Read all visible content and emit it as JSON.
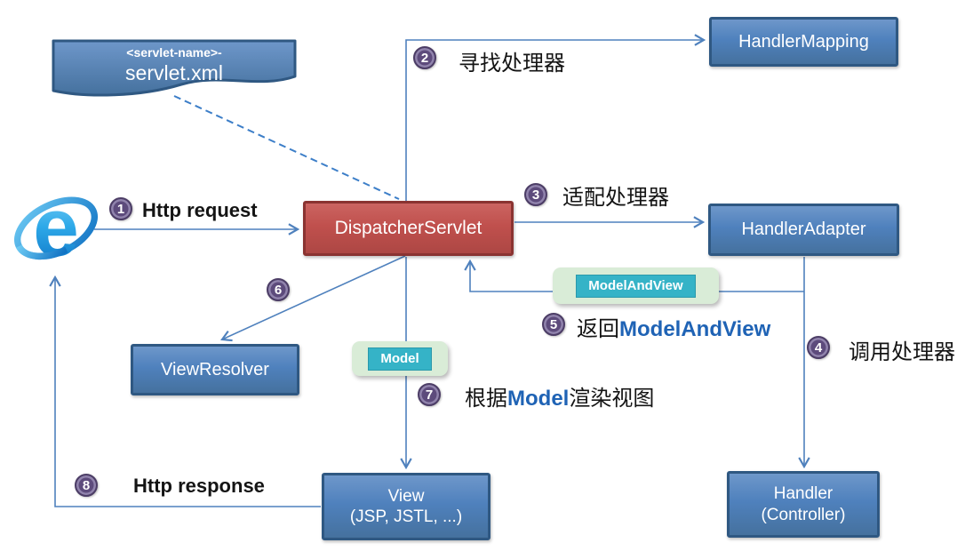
{
  "diagram": {
    "type": "flow-diagram",
    "nodes": {
      "config": {
        "line1": "<servlet-name>-",
        "line2": "servlet.xml"
      },
      "handler_mapping": {
        "label": "HandlerMapping"
      },
      "dispatcher_servlet": {
        "label": "DispatcherServlet"
      },
      "handler_adapter": {
        "label": "HandlerAdapter"
      },
      "handler": {
        "line1": "Handler",
        "line2": "(Controller)"
      },
      "view_resolver": {
        "label": "ViewResolver"
      },
      "view": {
        "line1": "View",
        "line2": "(JSP, JSTL, ...)"
      },
      "browser": {
        "icon": "internet-explorer"
      }
    },
    "badges": {
      "model_and_view": "ModelAndView",
      "model": "Model"
    },
    "steps": [
      {
        "num": "1",
        "label": "Http request"
      },
      {
        "num": "2",
        "label": "寻找处理器"
      },
      {
        "num": "3",
        "label": "适配处理器"
      },
      {
        "num": "4",
        "label": "调用处理器"
      },
      {
        "num": "5",
        "label_prefix": "返回",
        "label_highlight": "ModelAndView",
        "label_suffix": ""
      },
      {
        "num": "6"
      },
      {
        "num": "7",
        "label_prefix": "根据",
        "label_highlight": "Model",
        "label_suffix": "渲染视图"
      },
      {
        "num": "8",
        "label": "Http response"
      }
    ],
    "colors": {
      "box_blue": "#4f81bd",
      "box_blue_border": "#2f5882",
      "box_red": "#c0504d",
      "box_red_border": "#8a3331",
      "badge_teal": "#35b3c7",
      "badge_green": "#d9ecd7",
      "line_blue": "#4f81bd",
      "step_purple": "#5d4b7c",
      "highlight_blue": "#1f63b5"
    }
  }
}
